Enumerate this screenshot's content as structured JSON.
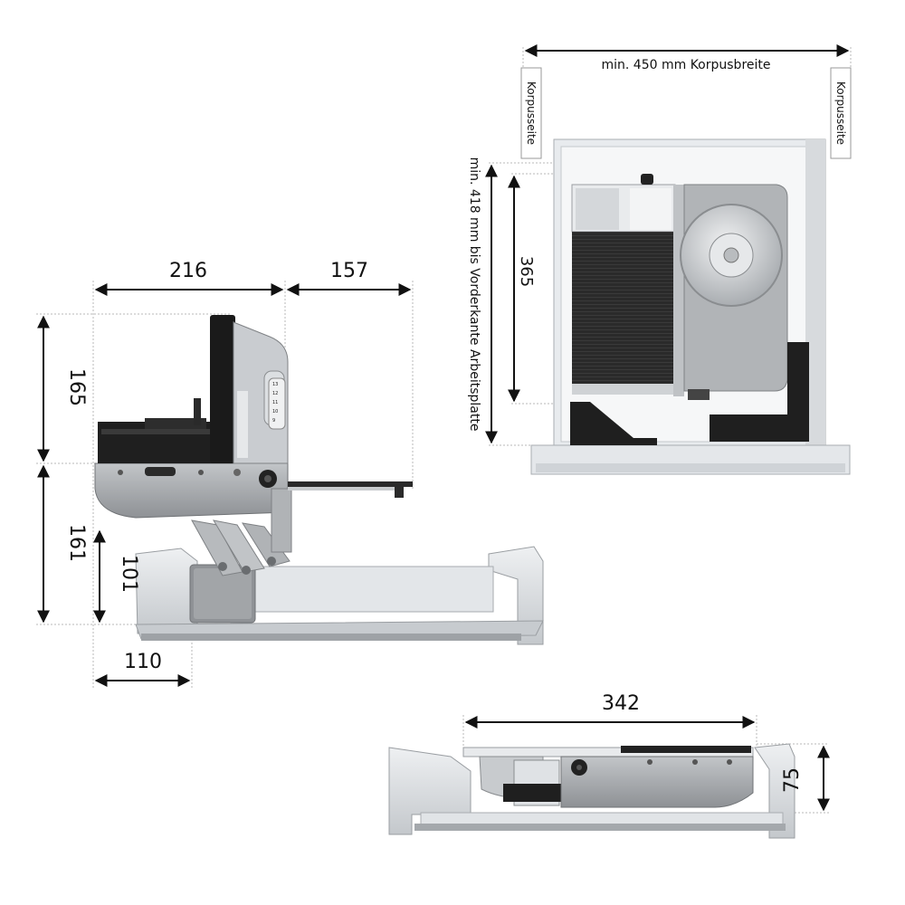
{
  "dimensions": {
    "side_width": "216",
    "side_extension": "157",
    "side_upper_height": "165",
    "side_lower_height": "161",
    "side_mechanism_height": "101",
    "side_offset": "110",
    "top_depth": "365",
    "stowed_length": "342",
    "stowed_height": "75"
  },
  "labels": {
    "cabinet_width": "min. 450 mm Korpusbreite",
    "cabinet_side_left": "Korpusseite",
    "cabinet_side_right": "Korpusseite",
    "min_depth": "min. 418 mm bis Vorderkante Arbeitsplatte"
  },
  "dial_scale": [
    "13",
    "12",
    "11",
    "10",
    "9"
  ],
  "colors": {
    "line": "#111111",
    "guide": "#b0b0b0",
    "tray": "#d9dde1",
    "housing": "#a9acaf",
    "black": "#1c1c1c",
    "blade": "#c9cccf"
  }
}
